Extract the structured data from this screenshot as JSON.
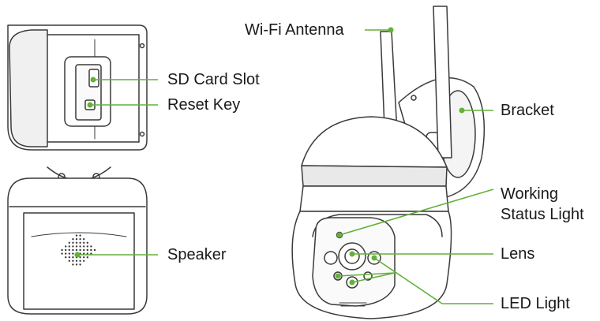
{
  "labels": {
    "wifi_antenna": "Wi-Fi Antenna",
    "sd_card_slot": "SD Card Slot",
    "reset_key": "Reset Key",
    "speaker": "Speaker",
    "bracket": "Bracket",
    "working_status_light_line1": "Working",
    "working_status_light_line2": "Status Light",
    "lens": "Lens",
    "led_light": "LED Light"
  },
  "colors": {
    "leader_line": "#63b13a",
    "outline": "#3a3a3a",
    "fill": "#ffffff",
    "shade": "#e9e9e9"
  }
}
